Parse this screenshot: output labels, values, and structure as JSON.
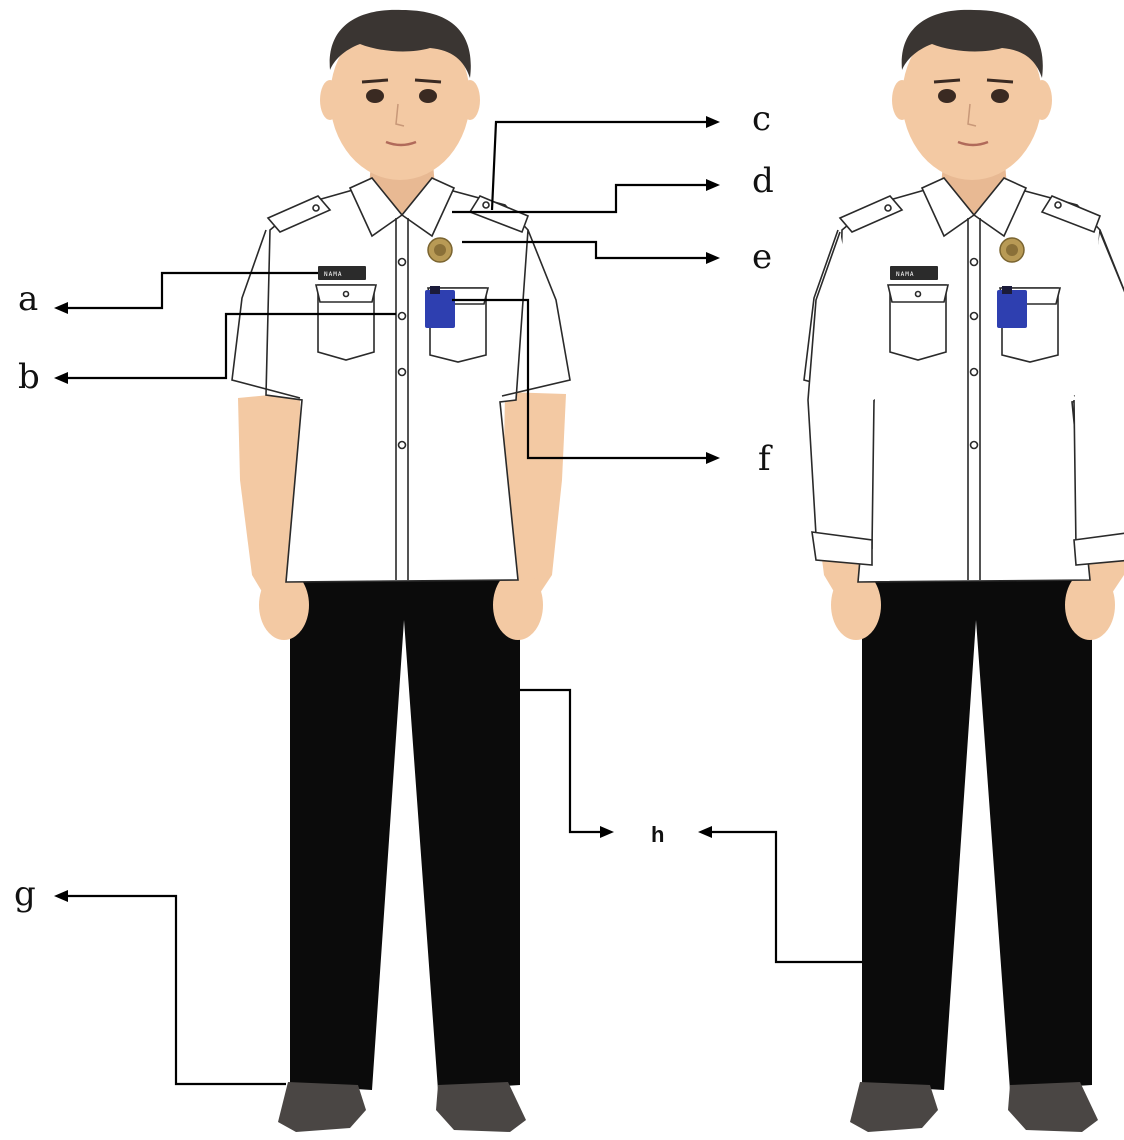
{
  "labels": {
    "a": "a",
    "b": "b",
    "c": "c",
    "d": "d",
    "e": "e",
    "f": "f",
    "g": "g",
    "h": "h"
  },
  "name_tag": {
    "text": "NAMA"
  },
  "colors": {
    "shirt": "#ffffff",
    "trousers": "#0b0b0b",
    "shoes": "#4a4644",
    "skin": "#f3c9a3",
    "hair": "#3a3532",
    "pen": "#2e3fb0",
    "badge": "#b89a55",
    "name_tag": "#2b2b2b",
    "leader_lines": "#000000"
  },
  "figures": [
    {
      "id": "left",
      "sleeve": "short"
    },
    {
      "id": "right",
      "sleeve": "long"
    }
  ]
}
